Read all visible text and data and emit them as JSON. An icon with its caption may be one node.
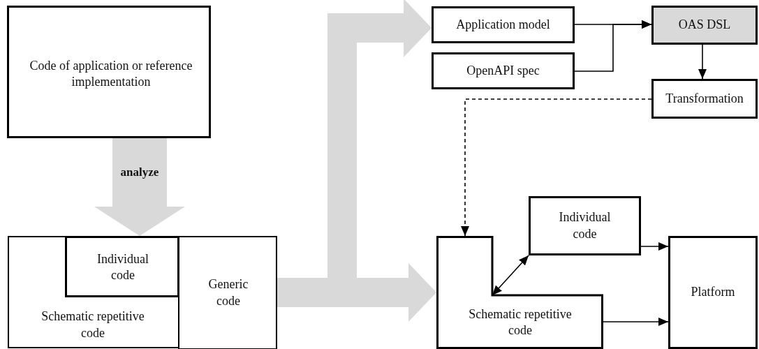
{
  "diagram": {
    "nodes": [
      {
        "text": [
          "Code of application or reference implementation"
        ]
      },
      {
        "text": [
          "Schematic repetitive code"
        ]
      },
      {
        "text": [
          "Individual code"
        ],
        "in": 1
      },
      {
        "text": [
          "Generic code"
        ],
        "in": 1
      },
      {
        "text": [
          "Application model"
        ]
      },
      {
        "text": [
          "OpenAPI spec"
        ]
      },
      {
        "text": [
          "OAS DSL"
        ]
      },
      {
        "text": [
          "Transformation"
        ]
      },
      {
        "text": [
          "Individual code"
        ]
      },
      {
        "text": [
          "Schematic repetitive code"
        ]
      },
      {
        "text": [
          "Platform"
        ]
      }
    ],
    "edges": [
      {
        "from": 0,
        "to": 1,
        "arrow": "to",
        "label": "analyze",
        "style": "thick",
        "color": "#d9d9d9"
      },
      {
        "from": 1,
        "to": 4,
        "arrow": "to",
        "style": "thick",
        "color": "#d9d9d9"
      },
      {
        "from": 1,
        "to": 9,
        "arrow": "to",
        "style": "thick",
        "color": "#d9d9d9"
      },
      {
        "from": 4,
        "to": 6,
        "arrow": "to"
      },
      {
        "from": 5,
        "to": 6,
        "arrow": "to"
      },
      {
        "from": 6,
        "to": 7,
        "arrow": "to"
      },
      {
        "from": 7,
        "to": 9,
        "arrow": "to",
        "style": "dashed"
      },
      {
        "from": 8,
        "to": 9,
        "arrow": "both"
      },
      {
        "from": 8,
        "to": 10,
        "arrow": "to"
      },
      {
        "from": 9,
        "to": 10,
        "arrow": "to"
      }
    ]
  }
}
